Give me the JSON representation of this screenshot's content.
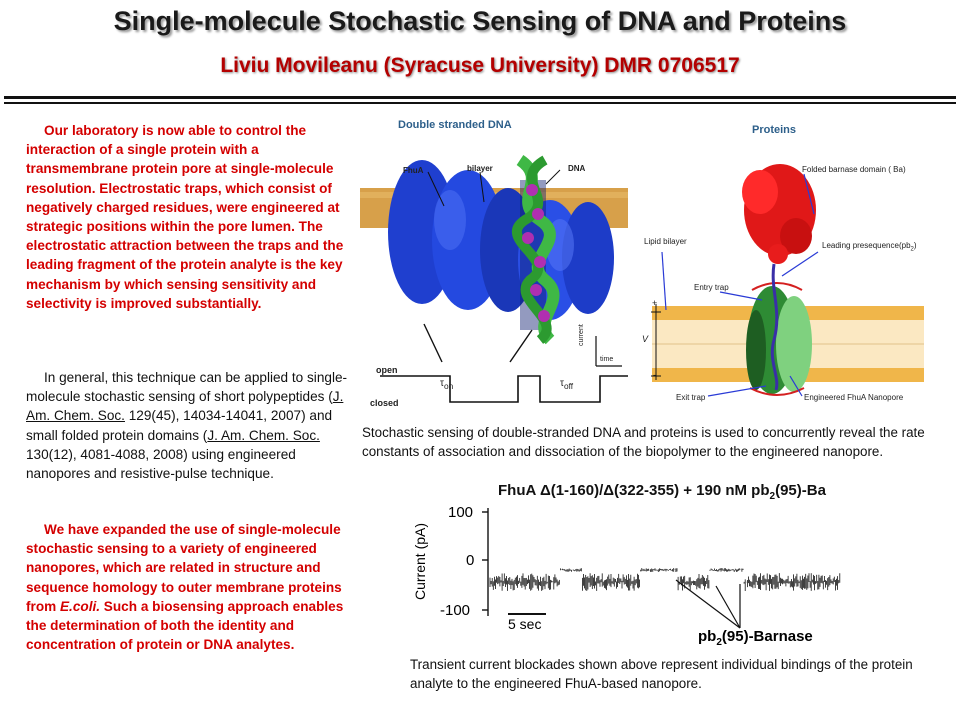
{
  "header": {
    "title": "Single-molecule Stochastic Sensing of DNA and Proteins",
    "subtitle": "Liviu  Movileanu (Syracuse University) DMR 0706517"
  },
  "left_text": {
    "p1": "Our laboratory is now able to control the interaction of a single protein with a transmembrane protein pore at single-molecule resolution. Electrostatic traps, which consist of negatively charged residues, were engineered at strategic positions within the pore lumen.  The electrostatic attraction between the traps and the leading fragment of the protein analyte is the key mechanism by which sensing sensitivity and selectivity is improved substantially.",
    "p2a": "In general, this technique can be applied to single-molecule stochastic sensing of short polypeptides (",
    "p2_ref1": "J. Am. Chem. Soc.",
    "p2b": " 129(45), 14034-14041, 2007) and small folded protein domains (",
    "p2_ref2": "J. Am. Chem. Soc.",
    "p2c": " 130(12), 4081-4088, 2008) using engineered nanopores and resistive-pulse technique.",
    "p3a": "We have expanded the use of single-molecule stochastic sensing to a variety of engineered nanopores, which are related in structure and sequence homology to outer membrane proteins from ",
    "p3_em": "E.coli.",
    "p3b": " Such a biosensing approach enables the determination of both the identity and concentration of protein or DNA analytes."
  },
  "figure_dna": {
    "heading": "Double  stranded DNA",
    "label_fhua": "FhuA",
    "label_bilayer": "bilayer",
    "label_dna": "DNA",
    "label_open": "open",
    "label_closed": "closed",
    "tau": "τ",
    "sub_on": "on",
    "sub_off": "off",
    "axis_current": "current",
    "axis_time": "time"
  },
  "figure_protein": {
    "heading": "Proteins",
    "label_folded": "Folded  barnase  domain  ( Ba)",
    "label_leading": "Leading presequence(pb",
    "sub_2": "2",
    "paren_close": ")",
    "label_lipid": "Lipid  bilayer",
    "label_entry": "Entry  trap",
    "label_exit": "Exit  trap",
    "label_engineered": "Engineered    FhuA  Nanopore",
    "label_plus": "+",
    "label_v": "V",
    "label_minus": "-"
  },
  "caption1": "Stochastic sensing of double-stranded DNA and proteins is used to concurrently reveal the rate constants of association and dissociation of the biopolymer to the engineered nanopore.",
  "trace": {
    "title_a": "FhuA ",
    "title_delta1": "Δ(1-160)/",
    "title_delta2": "Δ(322-355) + 190 nM pb",
    "title_sub": "2",
    "title_b": "(95)-Ba",
    "ylabel": "Current (pA)",
    "ytick_100": "100",
    "ytick_0": "0",
    "ytick_m100": "-100",
    "scalebar": "5 sec",
    "annot_a": "pb",
    "annot_sub": "2",
    "annot_b": "(95)-Barnase"
  },
  "caption2": "Transient current blockades shown above represent individual bindings of the protein analyte to the engineered FhuA-based nanopore."
}
